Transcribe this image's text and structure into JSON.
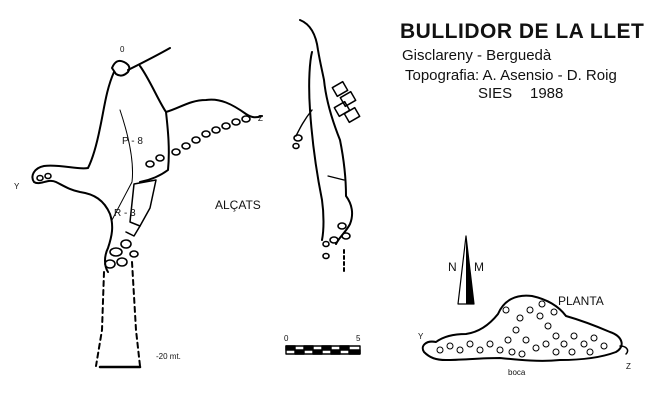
{
  "title": "BULLIDOR DE LA LLET",
  "location": "Gisclareny - Berguedà",
  "topography": "Topografia: A. Asensio - D. Roig",
  "club": "SIES",
  "year": "1988",
  "elevation": {
    "view_label": "ALÇATS",
    "datum": "0",
    "pitch_1": "P - 8",
    "pitch_2": "R - 3",
    "depth": "-20 mt.",
    "axis_y": "Y",
    "axis_z": "Z"
  },
  "scale": {
    "start": "0",
    "end": "5"
  },
  "north": {
    "n": "N",
    "m": "M"
  },
  "plan": {
    "view_label": "PLANTA",
    "entrance": "boca",
    "axis_y": "Y",
    "axis_z": "Z"
  }
}
